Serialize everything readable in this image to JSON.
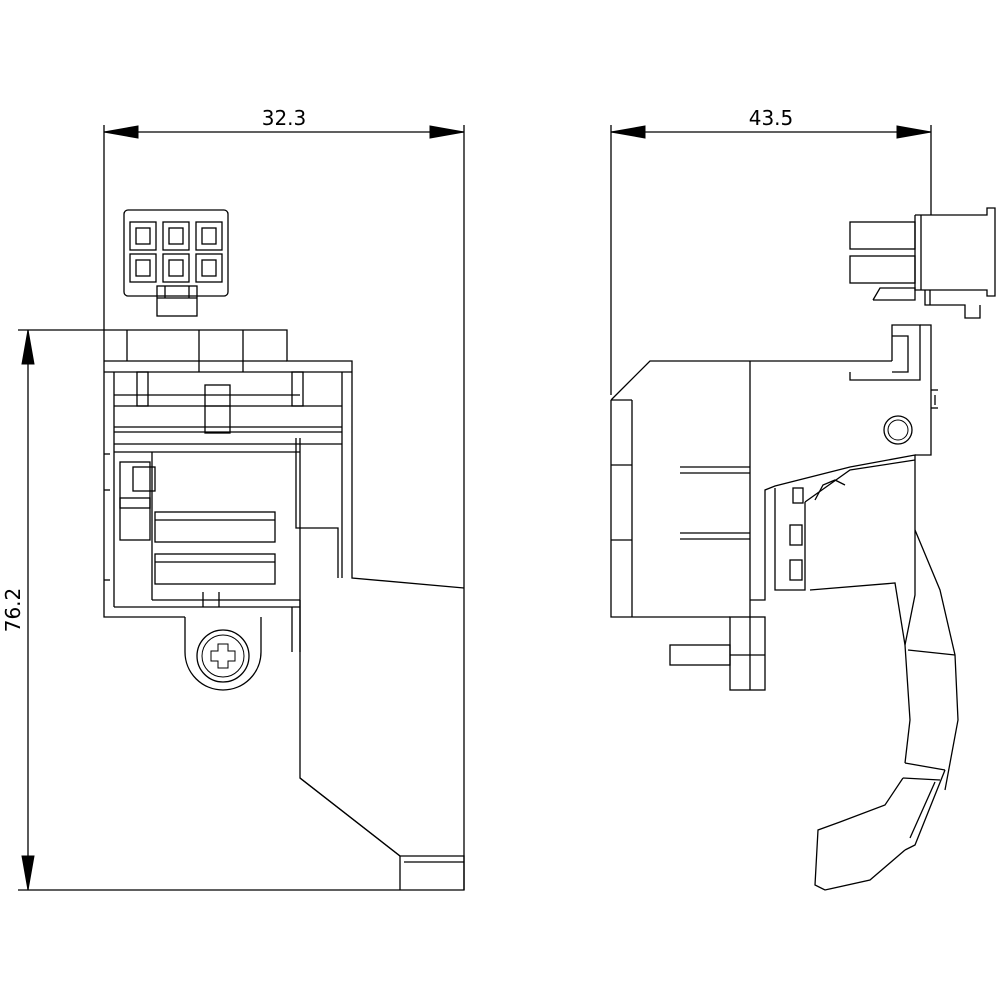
{
  "drawing": {
    "front_view": {
      "width_dimension": "32.3",
      "height_dimension": "76.2"
    },
    "side_view": {
      "depth_dimension": "43.5"
    }
  }
}
